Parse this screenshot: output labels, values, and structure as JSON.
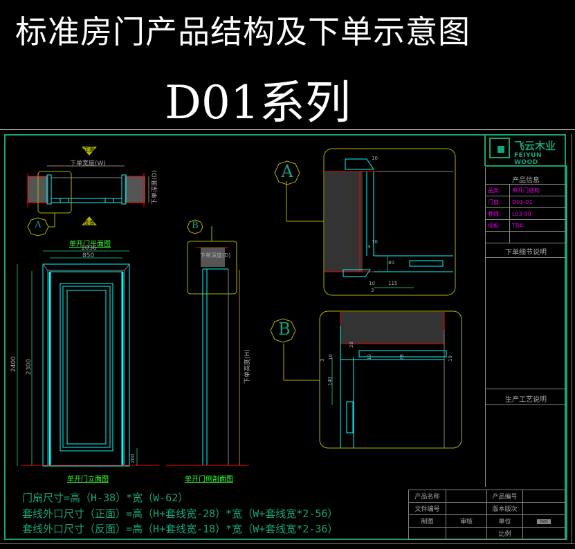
{
  "header": {
    "title": "标准房门产品结构及下单示意图",
    "series": "D01系列"
  },
  "plan_view": {
    "front_tag": "正面",
    "back_tag": "反面",
    "width_label": "下单宽度(W)",
    "depth_label": "下单深度(D)",
    "callout": "A",
    "caption": "单开门平面图"
  },
  "elevation_view": {
    "caption": "单开门立面图",
    "dims": {
      "outer_width": "1036",
      "inner_width": "850",
      "outer_height": "2400",
      "inner_height": "2300",
      "base_height": "200"
    }
  },
  "section_view": {
    "callout": "B",
    "depth_label": "下单深度(D)",
    "height_label": "下单高度(H)",
    "caption": "单开门侧剖面图"
  },
  "detail_a": {
    "callout": "A",
    "dims": [
      "10",
      "10",
      "3",
      "80",
      "10",
      "115",
      "3"
    ]
  },
  "detail_b": {
    "callout": "B",
    "dims": [
      "28",
      "10",
      "3",
      "140",
      "10",
      "28",
      "10"
    ]
  },
  "formulas": [
    "门扇尺寸=高（H-38）*宽（W-62）",
    "套线外口尺寸（正面）=高（H+套线宽-28）*宽（W+套线宽*2-56）",
    "套线外口尺寸（反面）=高（H+套线宽-18）*宽（W+套线宽*2-36）"
  ],
  "logo": {
    "name_cn": "飞云木业",
    "name_en": "FEIYUN WOOD",
    "color": "#17a37a"
  },
  "product_info": {
    "heading": "产品信息",
    "rows": [
      {
        "key": "品类",
        "value": "单开门结构"
      },
      {
        "key": "门扇",
        "value": "D01-01"
      },
      {
        "key": "套线",
        "value": "L03-80"
      },
      {
        "key": "垭板",
        "value": "TBA"
      },
      {
        "key": "",
        "value": ""
      }
    ]
  },
  "order_notes": {
    "heading": "下单细节说明"
  },
  "process_notes": {
    "heading": "生产工艺说明"
  },
  "title_block": {
    "product_name_label": "产品名称",
    "product_no_label": "产品编号",
    "doc_no_label": "文件编号",
    "version_label": "版本版次",
    "drawn_label": "制图",
    "review_label": "审核",
    "unit_label": "单位",
    "unit_value": "mm",
    "scale_label": "比例"
  },
  "colors": {
    "frame": "#17a37a",
    "cyan": "#00ffff",
    "wall": "#ff0000",
    "callout_outline": "#b5b500",
    "dim": "#17a37a",
    "magenta": "#e000e0"
  }
}
